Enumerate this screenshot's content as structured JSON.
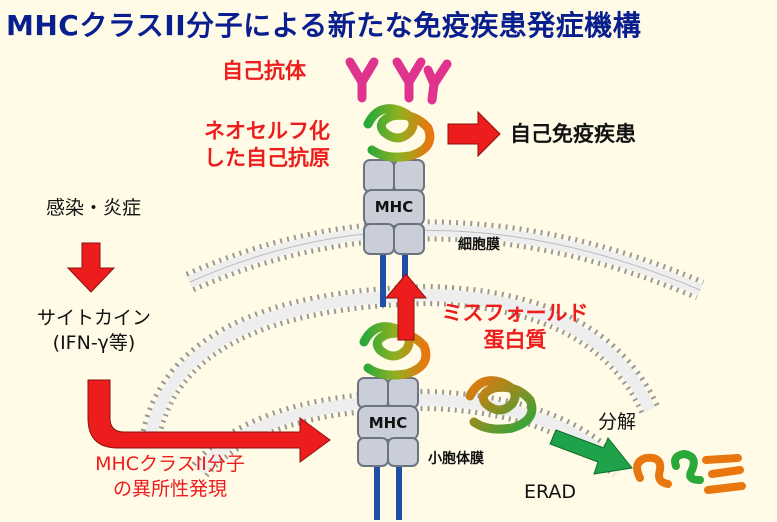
{
  "title": "MHCクラスII分子による新たな免疫疾患発症機構",
  "labels": {
    "autoantibody": "自己抗体",
    "neoself_line1": "ネオセルフ化",
    "neoself_line2": "した自己抗原",
    "autoimmune_disease": "自己免疫疾患",
    "infection": "感染・炎症",
    "cytokine_line1": "サイトカイン",
    "cytokine_line2": "(IFN-γ等)",
    "membrane_cell": "細胞膜",
    "membrane_vesicle": "小胞体膜",
    "misfolded_line1": "ミスフォールド",
    "misfolded_line2": "蛋白質",
    "degradation": "分解",
    "erad": "ERAD",
    "ectopic_line1": "MHCクラスII分子",
    "ectopic_line2": "の異所性発現",
    "mhc_top": "MHC",
    "mhc_bottom": "MHC"
  },
  "colors": {
    "title": "#0a1f8f",
    "arrow_red": "#ee1d1d",
    "arrow_green": "#1fa34a",
    "antibody": "#e0338e",
    "helix_green": "#2aa83a",
    "helix_orange": "#e8770f",
    "mhc_fill": "#c9ced8",
    "mhc_stem": "#1f4fa8"
  }
}
